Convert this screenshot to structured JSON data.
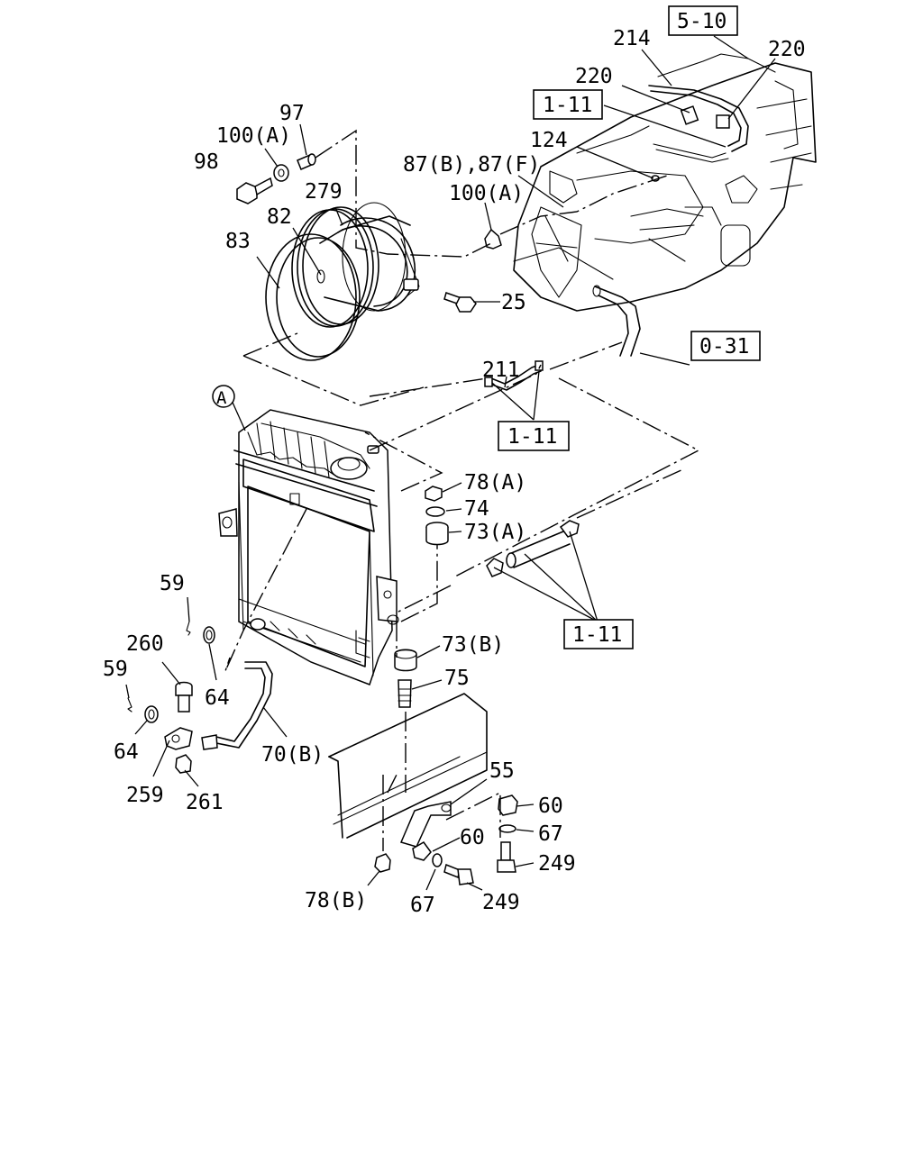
{
  "diagram": {
    "labels": {
      "p214": "214",
      "p220a": "220",
      "p220b": "220",
      "p97": "97",
      "p100a1": "100(A)",
      "p98": "98",
      "p279": "279",
      "p82": "82",
      "p83": "83",
      "p124": "124",
      "p87": "87(B),87(F)",
      "p100a2": "100(A)",
      "p25": "25",
      "p211": "211",
      "circleA": "A",
      "p78a": "78(A)",
      "p74": "74",
      "p73a": "73(A)",
      "p59a": "59",
      "p260": "260",
      "p59b": "59",
      "p64a": "64",
      "p64b": "64",
      "p73b": "73(B)",
      "p75": "75",
      "p70b": "70(B)",
      "p259": "259",
      "p261": "261",
      "p55": "55",
      "p60a": "60",
      "p67a": "67",
      "p60b": "60",
      "p249a": "249",
      "p78b": "78(B)",
      "p67b": "67",
      "p249b": "249"
    },
    "references": {
      "r510": "5-10",
      "r111a": "1-11",
      "r031": "0-31",
      "r111b": "1-11",
      "r111c": "1-11"
    }
  }
}
